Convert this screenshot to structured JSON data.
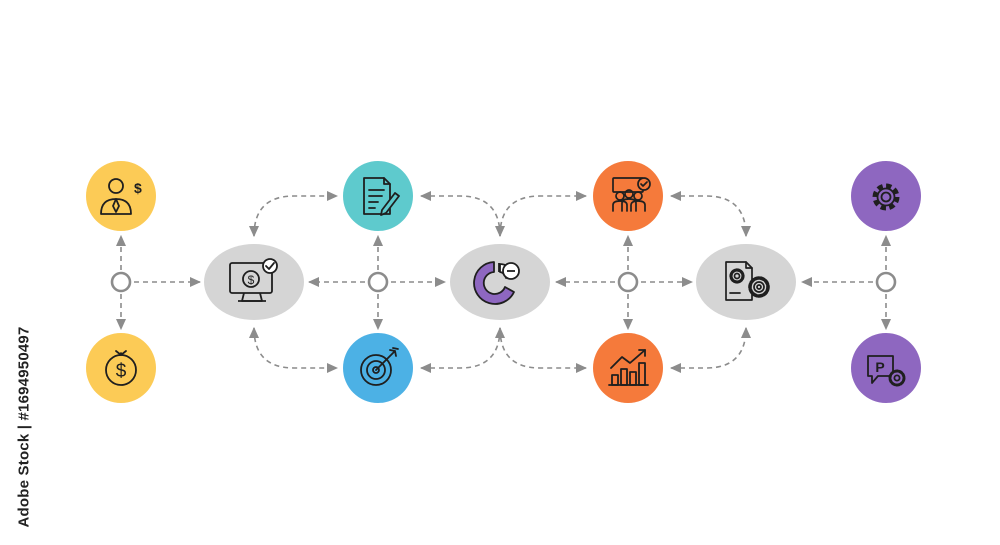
{
  "stock_id": "Adobe Stock | #1694950497",
  "colors": {
    "yellow": "#FCCB56",
    "teal": "#5ECACD",
    "blue": "#4CB1E5",
    "orange": "#F57A3B",
    "purple": "#8E67C0",
    "hub": "#D5D5D5",
    "connector": "#8C8C8C",
    "icon_stroke": "#1F1F1F",
    "icon_accent": "#8E67C0"
  },
  "nodes": [
    {
      "id": "businessman-salary",
      "icon": "businessman-dollar-icon",
      "color": "yellow"
    },
    {
      "id": "dollar-coin",
      "icon": "dollar-coin-icon",
      "color": "yellow"
    },
    {
      "id": "monitor-payment",
      "icon": "monitor-dollar-check-icon",
      "color": "hub"
    },
    {
      "id": "document-edit",
      "icon": "document-pen-icon",
      "color": "teal"
    },
    {
      "id": "target-goal",
      "icon": "target-arrow-icon",
      "color": "blue"
    },
    {
      "id": "pie-analysis",
      "icon": "pie-chart-icon",
      "color": "hub"
    },
    {
      "id": "team-meeting",
      "icon": "team-board-icon",
      "color": "orange"
    },
    {
      "id": "growth-chart",
      "icon": "growth-chart-icon",
      "color": "orange"
    },
    {
      "id": "process-settings",
      "icon": "document-gears-icon",
      "color": "hub"
    },
    {
      "id": "settings-gear",
      "icon": "gear-icon",
      "color": "purple"
    },
    {
      "id": "parking-service",
      "icon": "parking-chat-gear-icon",
      "color": "purple"
    }
  ]
}
